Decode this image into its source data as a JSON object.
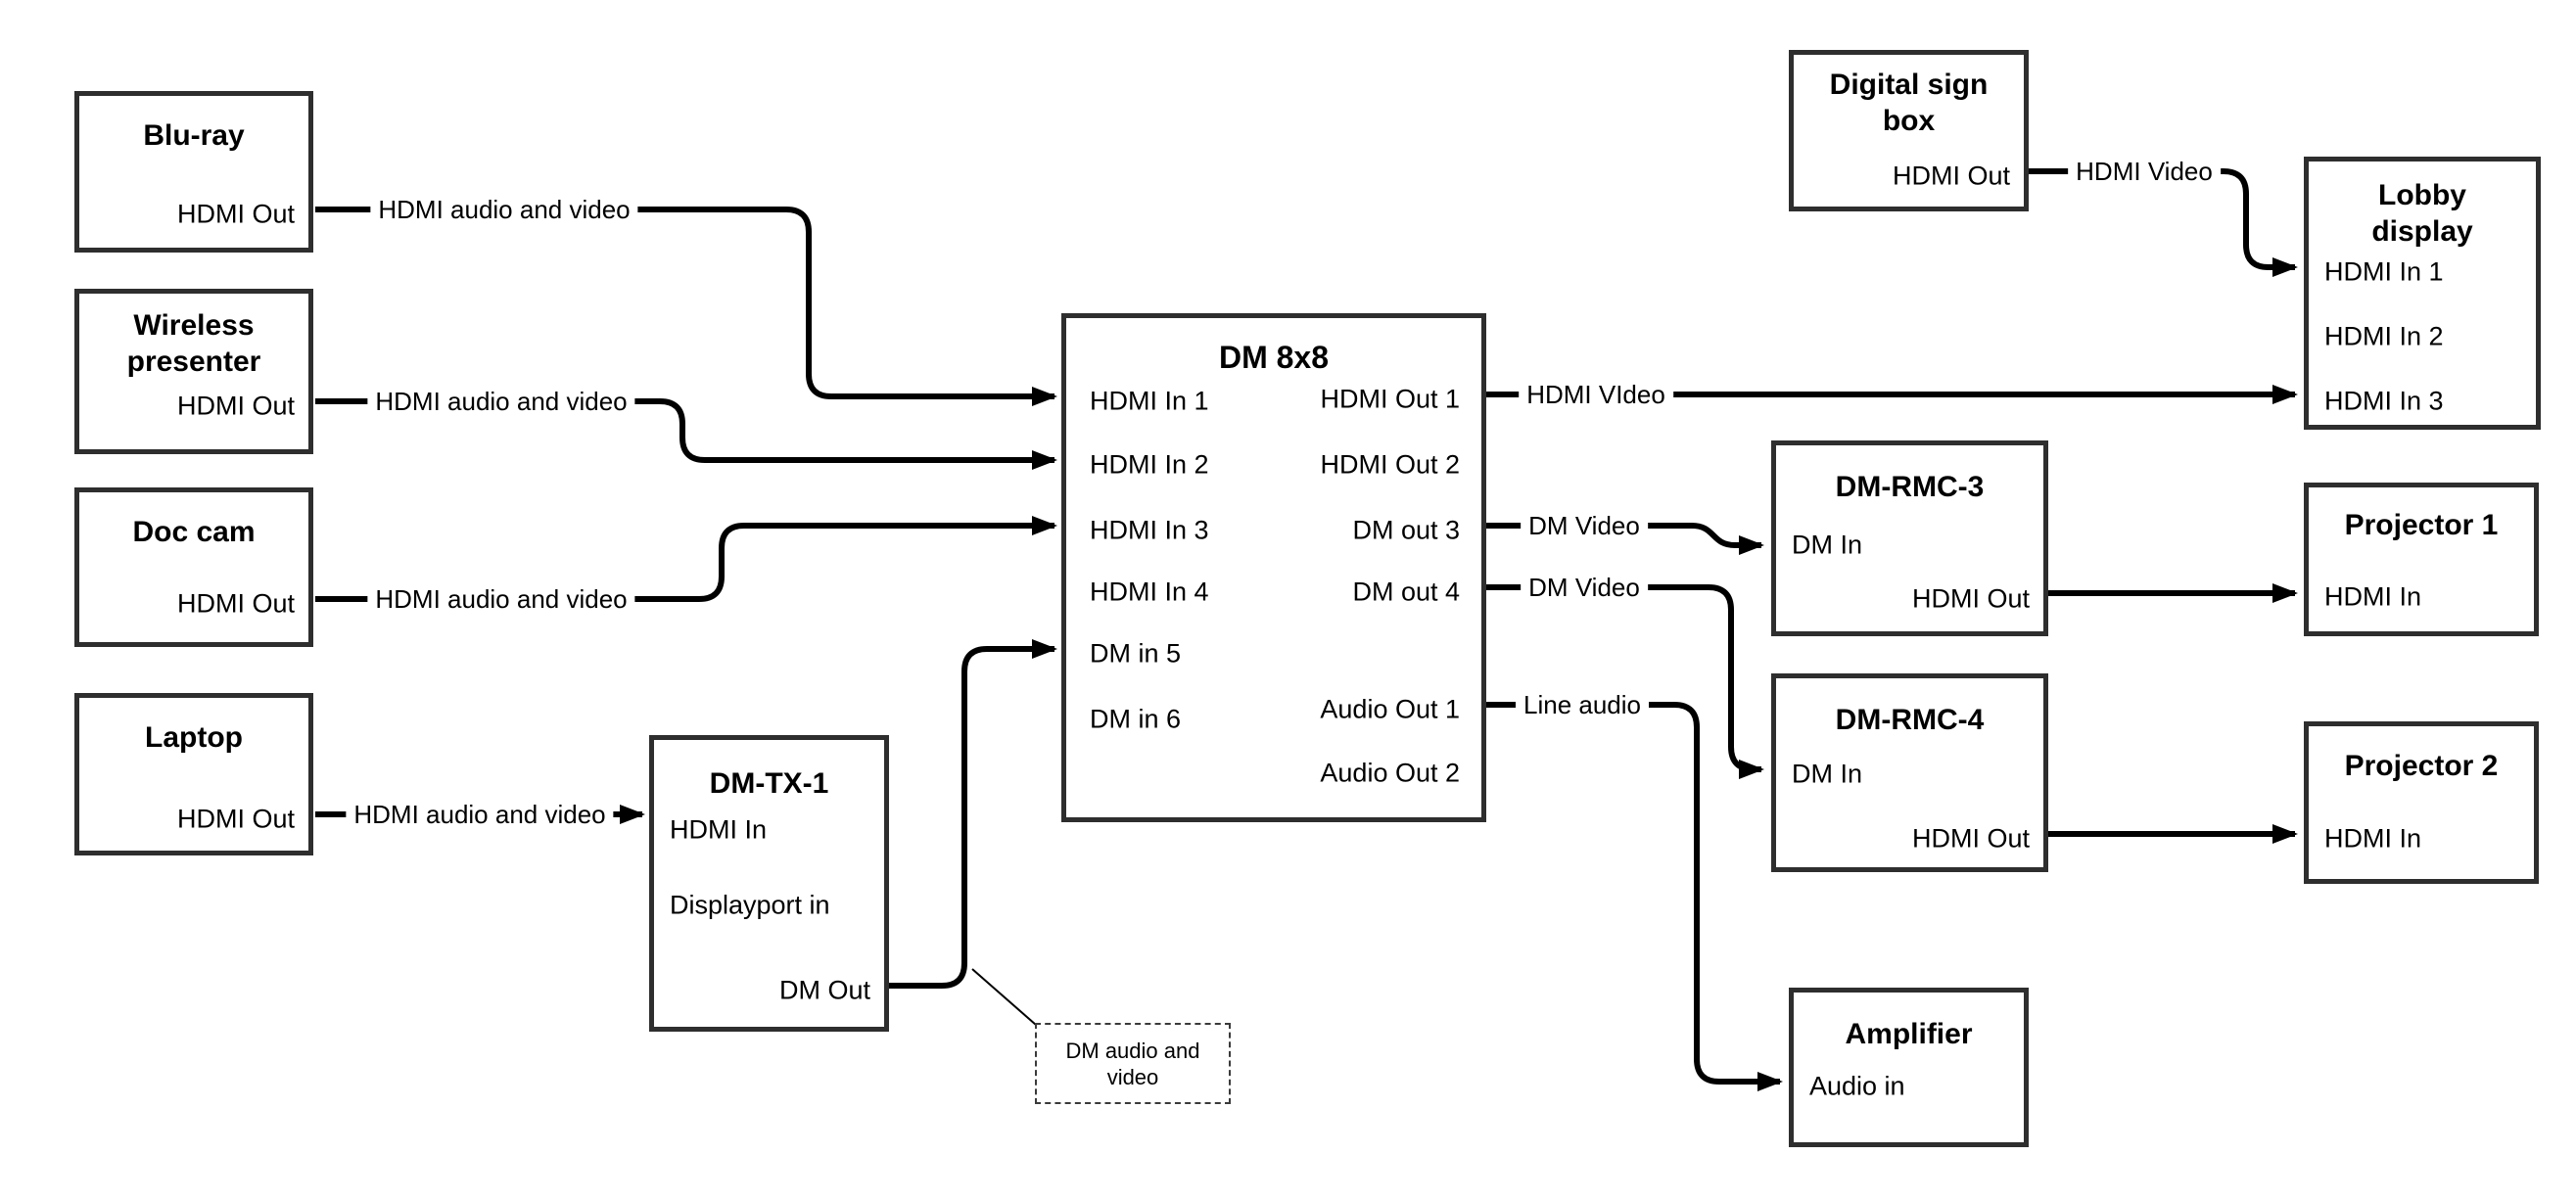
{
  "colors": {
    "line": "#000000",
    "box_border": "#2e2e2e",
    "background": "#ffffff"
  },
  "nodes": {
    "bluray": {
      "title": "Blu-ray",
      "ports": {
        "hdmi_out": "HDMI Out"
      }
    },
    "wireless": {
      "title": "Wireless\npresenter",
      "ports": {
        "hdmi_out": "HDMI Out"
      }
    },
    "doccam": {
      "title": "Doc cam",
      "ports": {
        "hdmi_out": "HDMI Out"
      }
    },
    "laptop": {
      "title": "Laptop",
      "ports": {
        "hdmi_out": "HDMI Out"
      }
    },
    "dmtx1": {
      "title": "DM-TX-1",
      "ports": {
        "hdmi_in": "HDMI In",
        "displayport_in": "Displayport in",
        "dm_out": "DM Out"
      }
    },
    "dm8x8": {
      "title": "DM 8x8",
      "ports": {
        "in1": "HDMI In 1",
        "in2": "HDMI In 2",
        "in3": "HDMI In 3",
        "in4": "HDMI In 4",
        "in5": "DM in 5",
        "in6": "DM in 6",
        "out1": "HDMI Out 1",
        "out2": "HDMI Out 2",
        "out3": "DM out 3",
        "out4": "DM out 4",
        "audio1": "Audio Out 1",
        "audio2": "Audio Out 2"
      }
    },
    "digitalsign": {
      "title": "Digital sign\nbox",
      "ports": {
        "hdmi_out": "HDMI Out"
      }
    },
    "lobby": {
      "title": "Lobby\ndisplay",
      "ports": {
        "in1": "HDMI In 1",
        "in2": "HDMI In 2",
        "in3": "HDMI In 3"
      }
    },
    "dmrmc3": {
      "title": "DM-RMC-3",
      "ports": {
        "dm_in": "DM In",
        "hdmi_out": "HDMI Out"
      }
    },
    "proj1": {
      "title": "Projector 1",
      "ports": {
        "hdmi_in": "HDMI In"
      }
    },
    "dmrmc4": {
      "title": "DM-RMC-4",
      "ports": {
        "dm_in": "DM In",
        "hdmi_out": "HDMI Out"
      }
    },
    "proj2": {
      "title": "Projector 2",
      "ports": {
        "hdmi_in": "HDMI In"
      }
    },
    "amplifier": {
      "title": "Amplifier",
      "ports": {
        "audio_in": "Audio in"
      }
    }
  },
  "cable_labels": {
    "bluray_cable": "HDMI audio and video",
    "wireless_cable": "HDMI audio and video",
    "doccam_cable": "HDMI audio and video",
    "laptop_cable": "HDMI audio and video",
    "hdmi_out1_cable": "HDMI VIdeo",
    "dm_out3_cable": "DM Video",
    "dm_out4_cable": "DM Video",
    "audio_out1_cable": "Line audio",
    "digitalsign_cable": "HDMI Video"
  },
  "note": {
    "text": "DM audio and\nvideo"
  }
}
